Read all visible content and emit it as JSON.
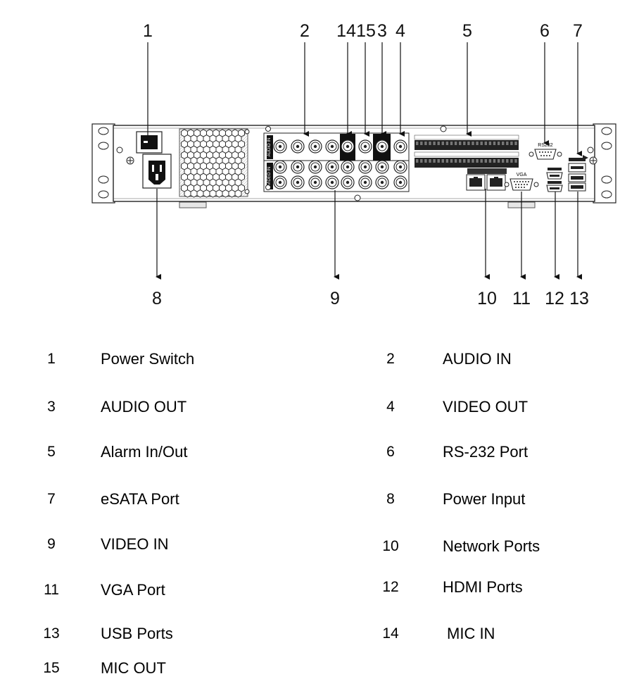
{
  "diagram": {
    "panel_labels": {
      "audio_in": "AUDIO IN",
      "video_in": "VIDEO IN",
      "rs232": "RS232",
      "vga": "VGA"
    },
    "callouts": {
      "c1": "1",
      "c2": "2",
      "c14": "14",
      "c15": "15",
      "c3": "3",
      "c4": "4",
      "c5": "5",
      "c6": "6",
      "c7": "7",
      "c8": "8",
      "c9": "9",
      "c10": "10",
      "c11": "11",
      "c12": "12",
      "c13": "13"
    }
  },
  "legend": [
    {
      "num": "1",
      "label": "Power Switch"
    },
    {
      "num": "2",
      "label": "AUDIO IN"
    },
    {
      "num": "3",
      "label": "AUDIO OUT"
    },
    {
      "num": "4",
      "label": "VIDEO OUT"
    },
    {
      "num": "5",
      "label": "Alarm In/Out"
    },
    {
      "num": "6",
      "label": "RS-232 Port"
    },
    {
      "num": "7",
      "label": "eSATA Port"
    },
    {
      "num": "8",
      "label": "Power Input"
    },
    {
      "num": "9",
      "label": "VIDEO IN"
    },
    {
      "num": "10",
      "label": "Network Ports"
    },
    {
      "num": "11",
      "label": "VGA Port"
    },
    {
      "num": "12",
      "label": "HDMI Ports"
    },
    {
      "num": "13",
      "label": "USB Ports"
    },
    {
      "num": "14",
      "label": "MIC IN"
    },
    {
      "num": "15",
      "label": "MIC OUT"
    }
  ]
}
